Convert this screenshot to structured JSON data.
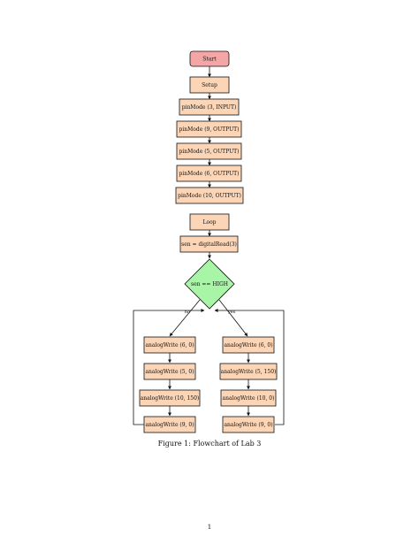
{
  "colors": {
    "start_fill": "#f4a6a6",
    "process_fill": "#fbd5b5",
    "decision_fill": "#a8f5a8",
    "stroke": "#111111"
  },
  "nodes": {
    "start": "Start",
    "setup": "Setup",
    "pin3": "pinMode (3, INPUT)",
    "pin9": "pinMode (9, OUTPUT)",
    "pin5": "pinMode (5, OUTPUT)",
    "pin6": "pinMode (6, OUTPUT)",
    "pin10": "pinMode (10, OUTPUT)",
    "loop": "Loop",
    "read": "sen = digitalRead(3)",
    "decision": "sen == HIGH",
    "no_1": "analogWrite (6, 0)",
    "no_2": "analogWrite (5, 0)",
    "no_3": "analogWrite (10, 150)",
    "no_4": "analogWrite (9, 0)",
    "yes_1": "analogWrite (6, 0)",
    "yes_2": "analogWrite (5, 150)",
    "yes_3": "analogWrite (10, 0)",
    "yes_4": "analogWrite (9, 0)"
  },
  "branches": {
    "no": "no",
    "yes": "yes"
  },
  "caption": "Figure 1: Flowchart of Lab 3",
  "page_number": "1"
}
